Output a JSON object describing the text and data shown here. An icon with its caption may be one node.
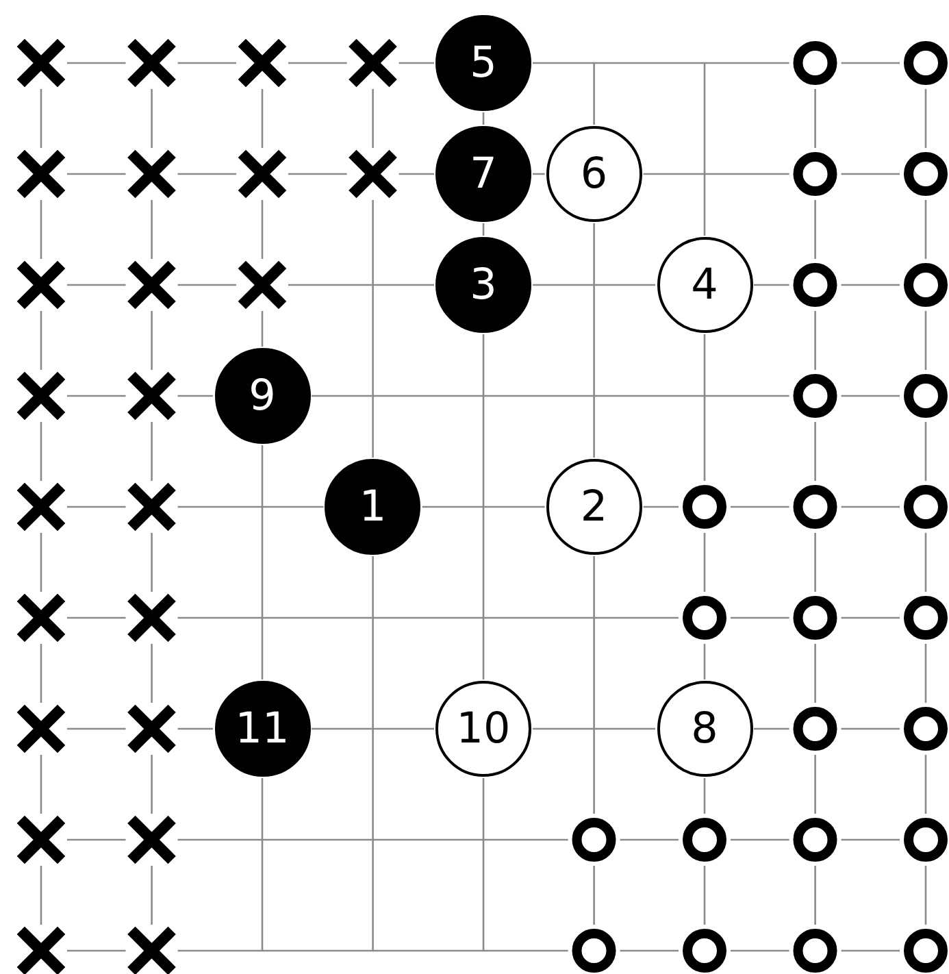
{
  "diagram": {
    "nodes": [
      {
        "text": [
          "5"
        ]
      },
      {
        "text": [
          "7"
        ]
      },
      {
        "text": [
          "6"
        ]
      },
      {
        "text": [
          "3"
        ]
      },
      {
        "text": [
          "4"
        ]
      },
      {
        "text": [
          "9"
        ]
      },
      {
        "text": [
          "1"
        ]
      },
      {
        "text": [
          "2"
        ]
      },
      {
        "text": [
          "11"
        ]
      },
      {
        "text": [
          "10"
        ]
      },
      {
        "text": [
          "8"
        ]
      }
    ]
  }
}
